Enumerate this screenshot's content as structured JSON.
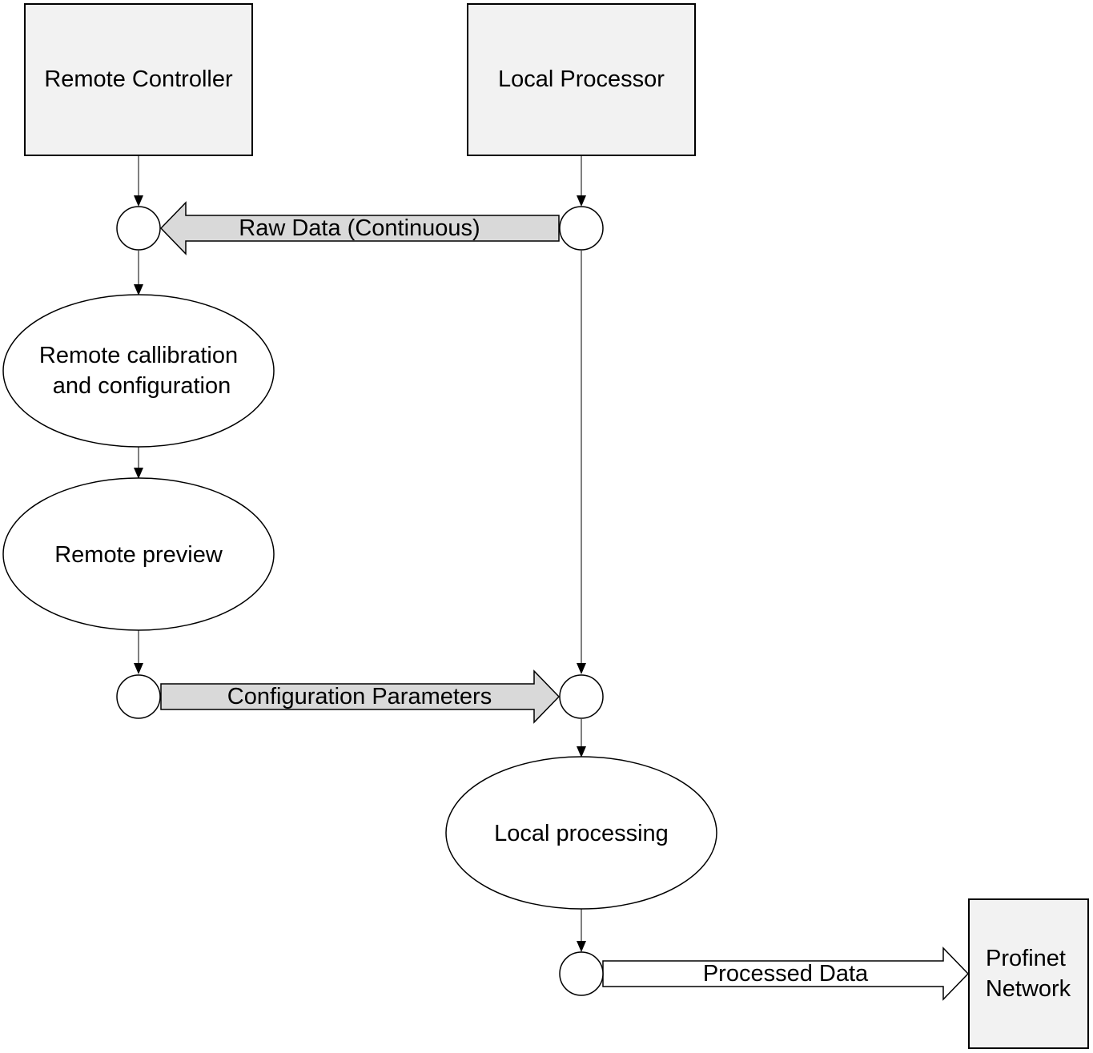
{
  "entities": {
    "remote_controller": "Remote Controller",
    "local_processor": "Local Processor",
    "profinet_network_line1": "Profinet",
    "profinet_network_line2": "Network"
  },
  "processes": {
    "remote_calibration_line1": "Remote callibration",
    "remote_calibration_line2": "and configuration",
    "remote_preview": "Remote preview",
    "local_processing": "Local processing"
  },
  "flows": {
    "raw_data": "Raw Data (Continuous)",
    "configuration_parameters": "Configuration Parameters",
    "processed_data": "Processed Data"
  }
}
